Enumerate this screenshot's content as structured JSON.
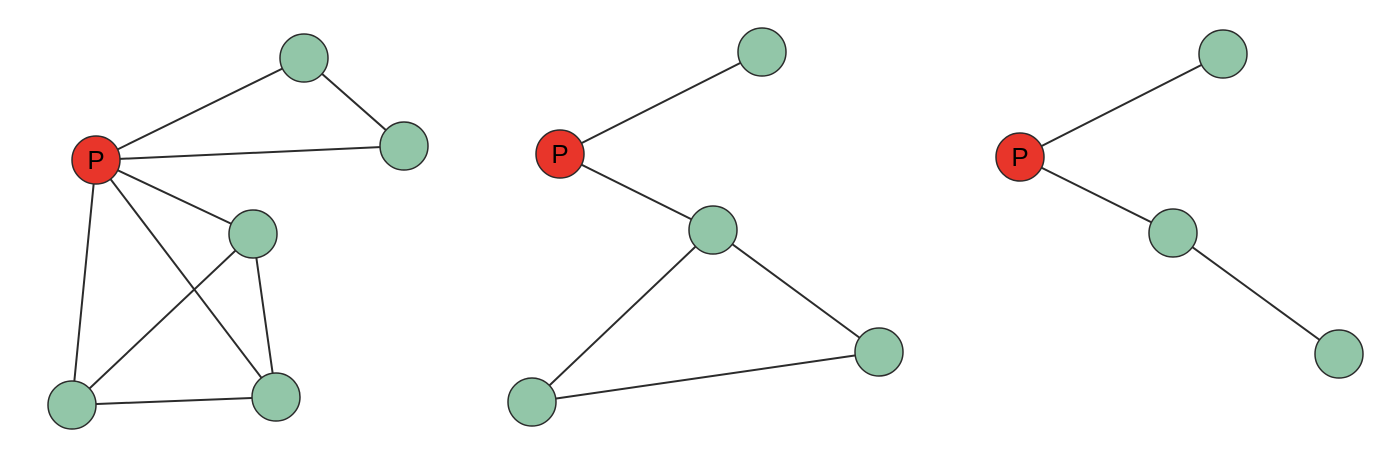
{
  "colors": {
    "highlight_node": "#e8352a",
    "normal_node": "#92c6a8",
    "edge": "#2b2b2b"
  },
  "graphs": [
    {
      "nodes": [
        {
          "id": "P",
          "label": "P",
          "highlight": true
        },
        {
          "id": "a",
          "label": "",
          "highlight": false
        },
        {
          "id": "b",
          "label": "",
          "highlight": false
        },
        {
          "id": "c",
          "label": "",
          "highlight": false
        },
        {
          "id": "d",
          "label": "",
          "highlight": false
        },
        {
          "id": "e",
          "label": "",
          "highlight": false
        }
      ],
      "edges": [
        [
          "P",
          "a"
        ],
        [
          "P",
          "b"
        ],
        [
          "a",
          "b"
        ],
        [
          "P",
          "c"
        ],
        [
          "P",
          "d"
        ],
        [
          "P",
          "e"
        ],
        [
          "c",
          "e"
        ],
        [
          "c",
          "d"
        ],
        [
          "d",
          "e"
        ]
      ]
    },
    {
      "nodes": [
        {
          "id": "P",
          "label": "P",
          "highlight": true
        },
        {
          "id": "a",
          "label": "",
          "highlight": false
        },
        {
          "id": "c",
          "label": "",
          "highlight": false
        },
        {
          "id": "d",
          "label": "",
          "highlight": false
        },
        {
          "id": "e",
          "label": "",
          "highlight": false
        }
      ],
      "edges": [
        [
          "P",
          "a"
        ],
        [
          "P",
          "c"
        ],
        [
          "c",
          "d"
        ],
        [
          "c",
          "e"
        ],
        [
          "e",
          "d"
        ]
      ]
    },
    {
      "nodes": [
        {
          "id": "P",
          "label": "P",
          "highlight": true
        },
        {
          "id": "a",
          "label": "",
          "highlight": false
        },
        {
          "id": "c",
          "label": "",
          "highlight": false
        },
        {
          "id": "d",
          "label": "",
          "highlight": false
        }
      ],
      "edges": [
        [
          "P",
          "a"
        ],
        [
          "P",
          "c"
        ],
        [
          "c",
          "d"
        ]
      ]
    }
  ]
}
